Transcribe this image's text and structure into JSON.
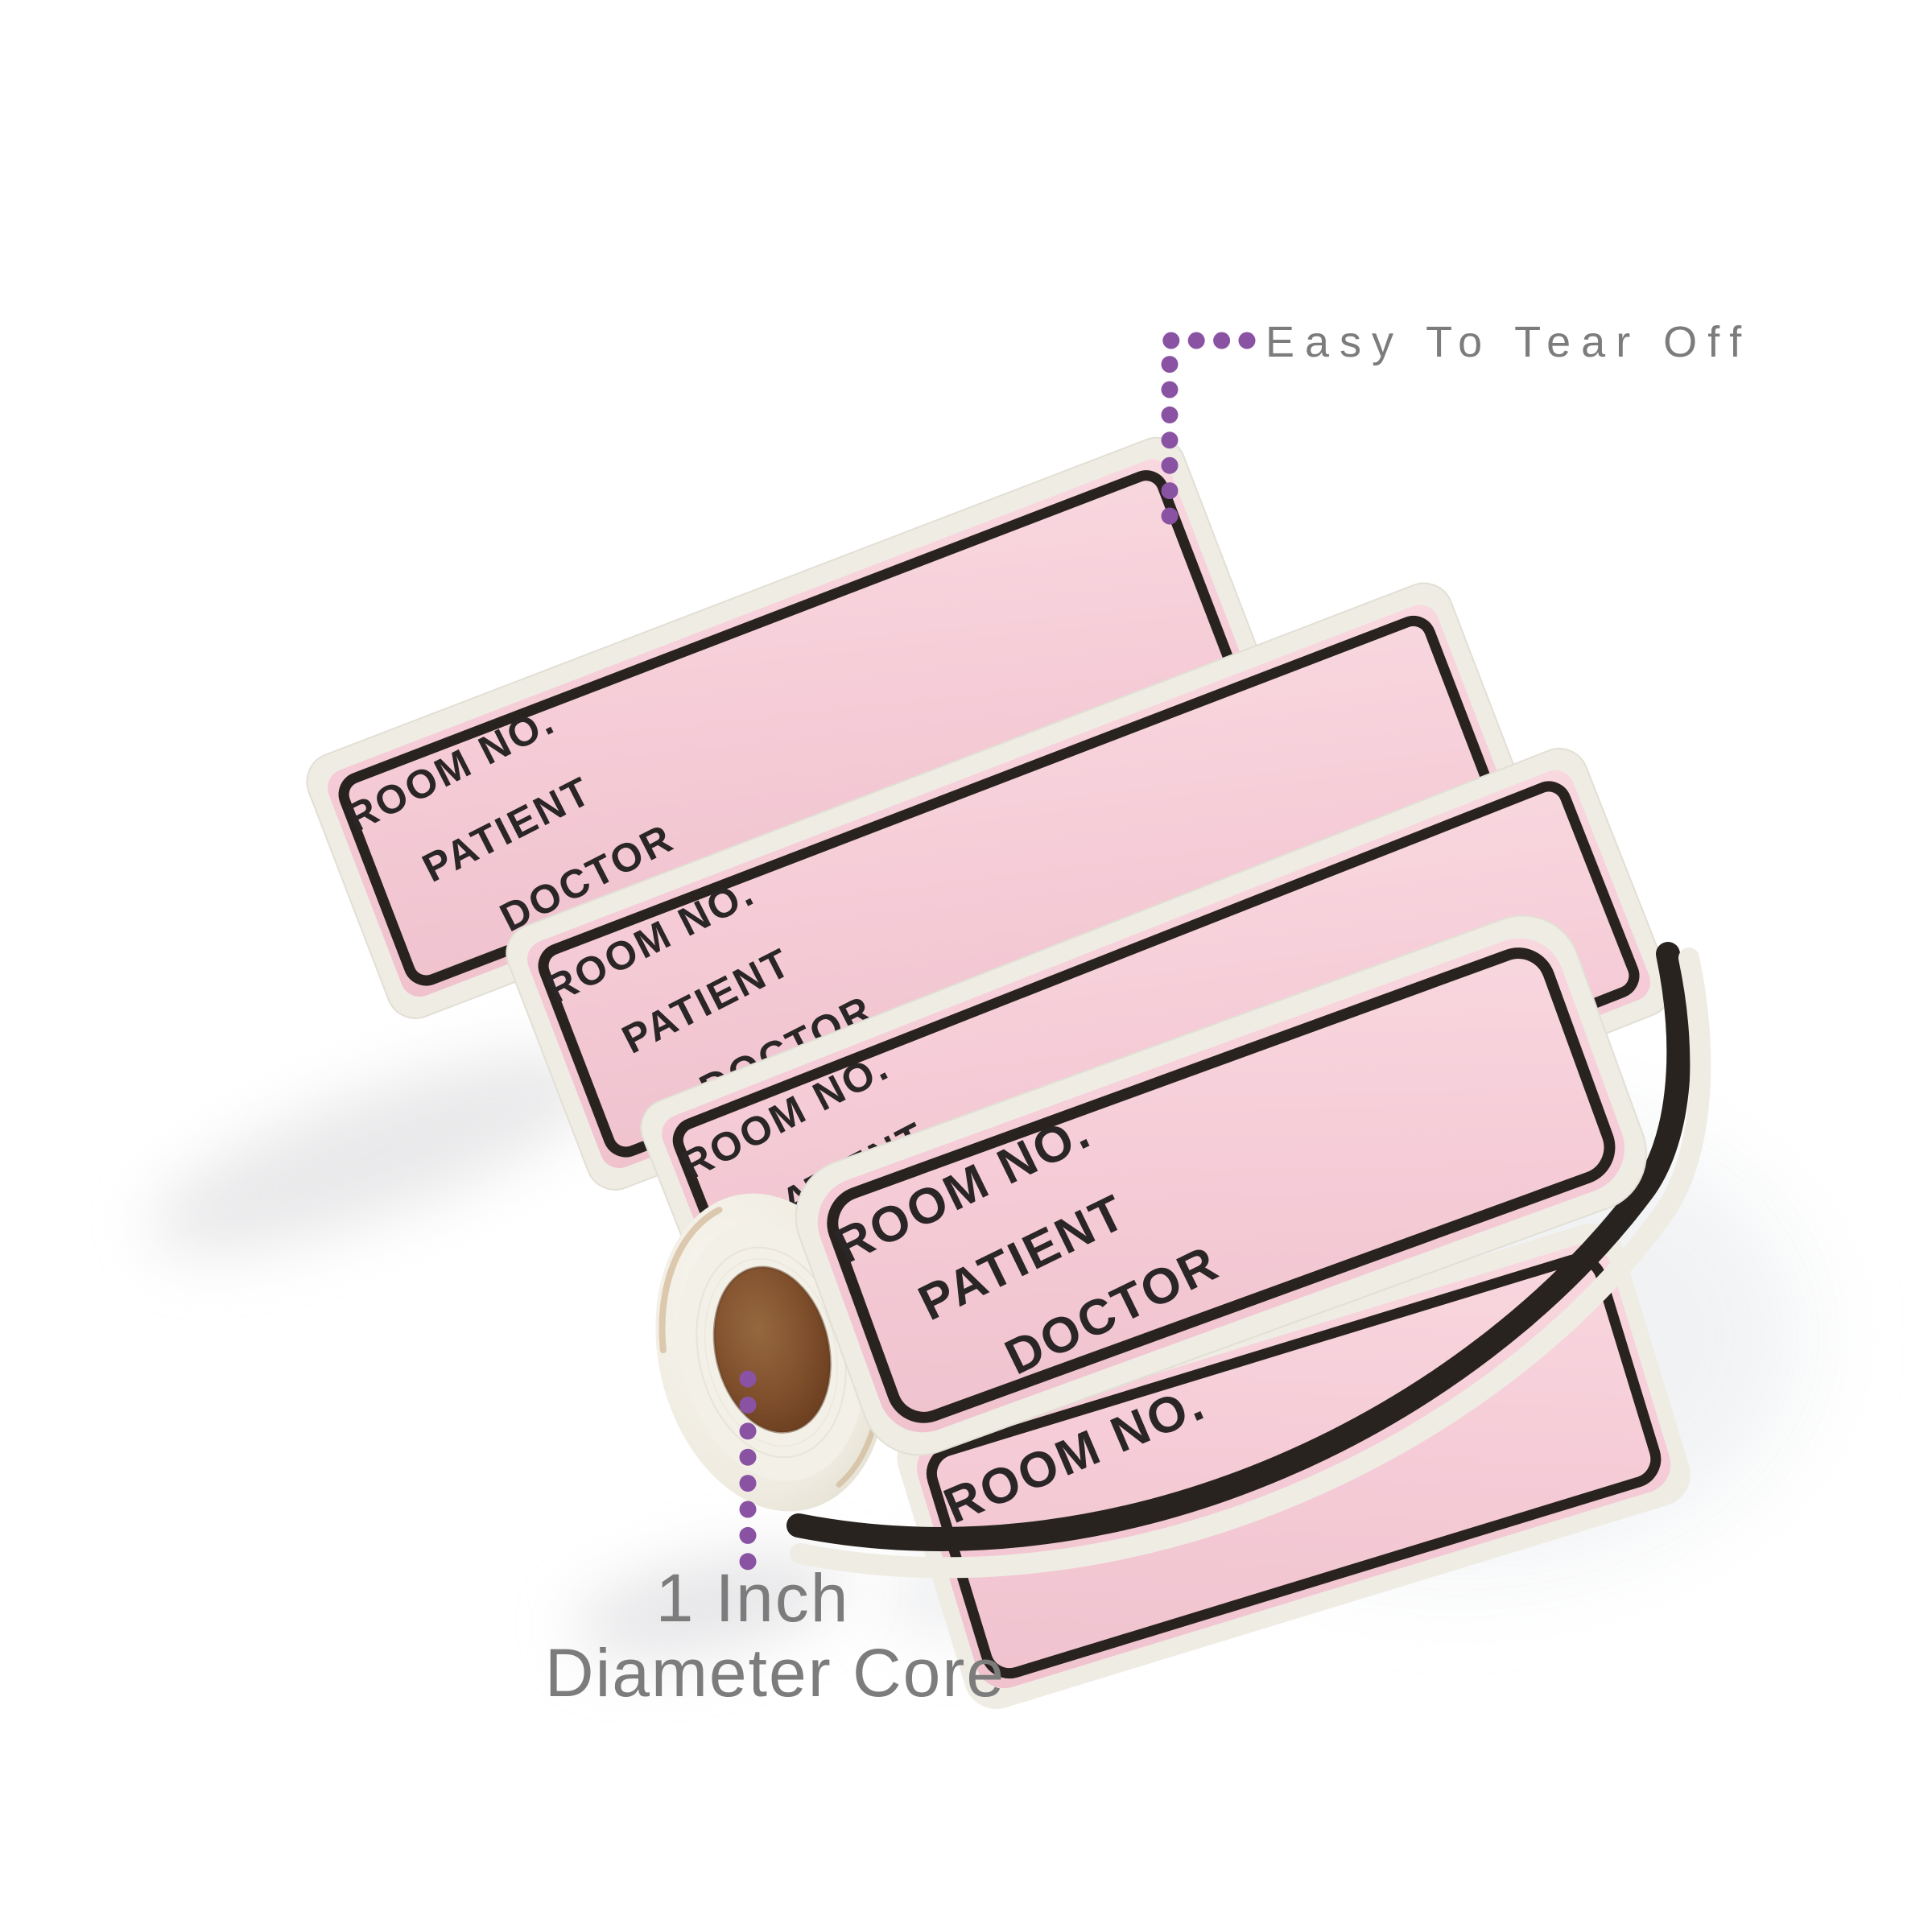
{
  "annotations": {
    "accent_color": "#8a52a3",
    "text_color": "#7c7c7c",
    "easy_tear_label": "Easy To Tear Off",
    "core_label_line1": "1 Inch",
    "core_label_line2": "Diameter Core"
  },
  "label_roll": {
    "sticker_text": {
      "line1": "ROOM NO.",
      "line2": "PATIENT",
      "line3": "DOCTOR"
    },
    "visible_sticker_count": 5,
    "colors": {
      "sticker_pink": "#f4cbd6",
      "border_black": "#29231f",
      "ink_black": "#2a2526",
      "liner_white": "#efece4",
      "core_brown": "#7c4b2a",
      "cap_white": "#f1eee5"
    }
  }
}
